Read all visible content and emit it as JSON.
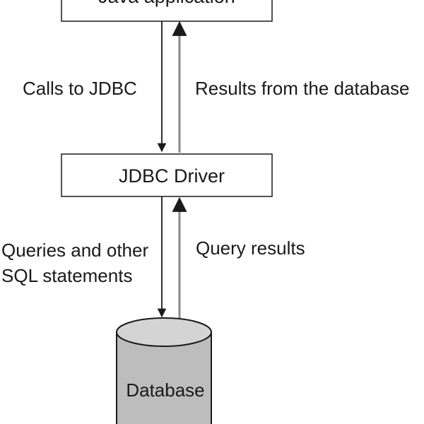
{
  "nodes": {
    "app": {
      "label": "Java application"
    },
    "driver": {
      "label": "JDBC Driver"
    },
    "database": {
      "label": "Database"
    }
  },
  "edges": {
    "app_to_driver": {
      "label": "Calls to JDBC"
    },
    "driver_to_app": {
      "label": "Results from the database"
    },
    "driver_to_db": {
      "label_lines": [
        "Queries and other",
        "SQL statements"
      ]
    },
    "db_to_driver": {
      "label": "Query results"
    }
  },
  "colors": {
    "stroke": "#1a1a1a",
    "return_arrow": "#8a8a8a",
    "box_fill": "#ffffff",
    "cylinder_fill": "#bdbdbd",
    "cylinder_top": "#d4d4d4",
    "text": "#1a1a1a"
  }
}
